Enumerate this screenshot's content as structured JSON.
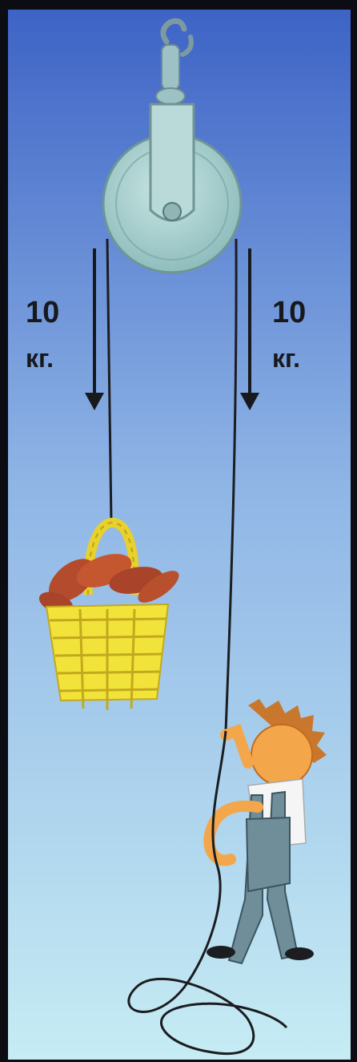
{
  "left_force": {
    "value": "10",
    "unit": "кг."
  },
  "right_force": {
    "value": "10",
    "unit": "кг."
  },
  "colors": {
    "sky_top": "#3d63c6",
    "sky_bottom": "#bfe8f3",
    "pulley": "#a9d3d2",
    "rope": "#1c1d20",
    "basket": "#f2e33a",
    "bread": "#b34b2c",
    "overalls": "#6f8e99"
  }
}
